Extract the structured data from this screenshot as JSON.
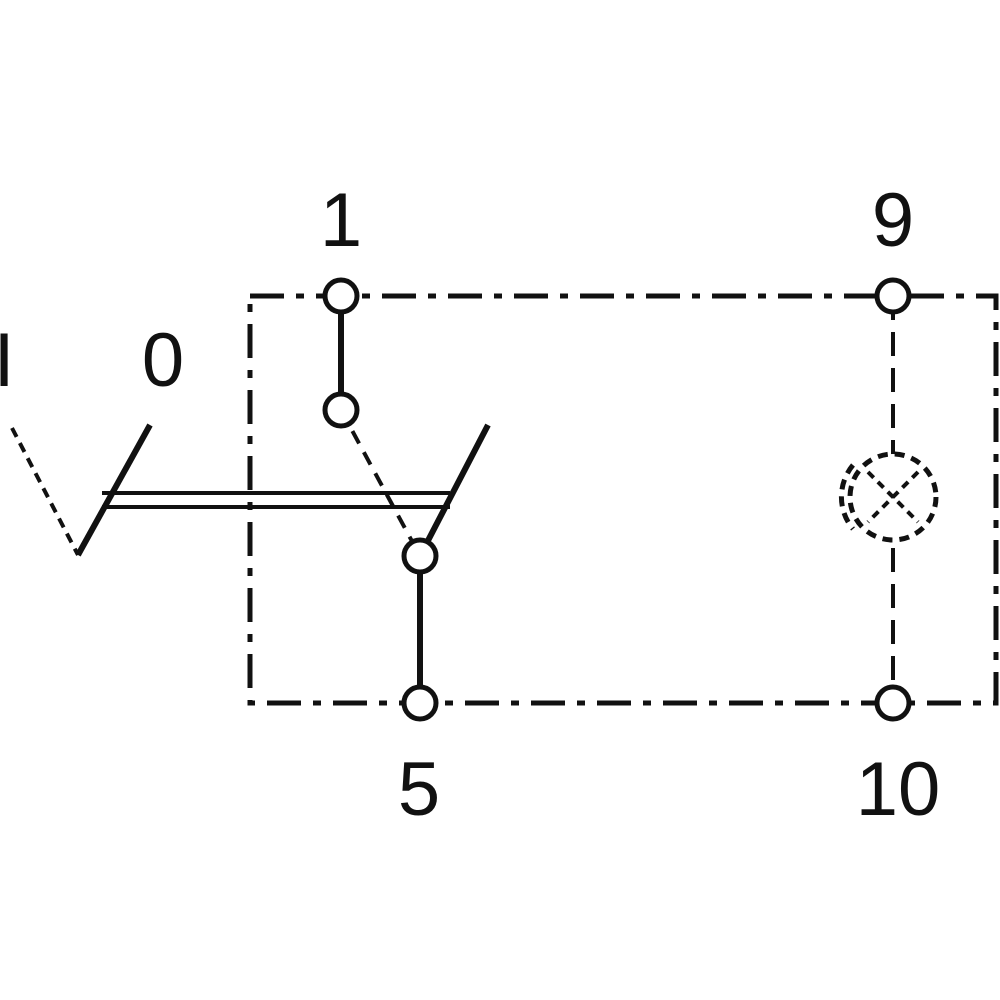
{
  "terminals": {
    "t1": "1",
    "t9": "9",
    "t5": "5",
    "t10": "10"
  },
  "positions": {
    "on": "I",
    "off": "0"
  },
  "colors": {
    "line": "#111111",
    "background": "#ffffff"
  }
}
